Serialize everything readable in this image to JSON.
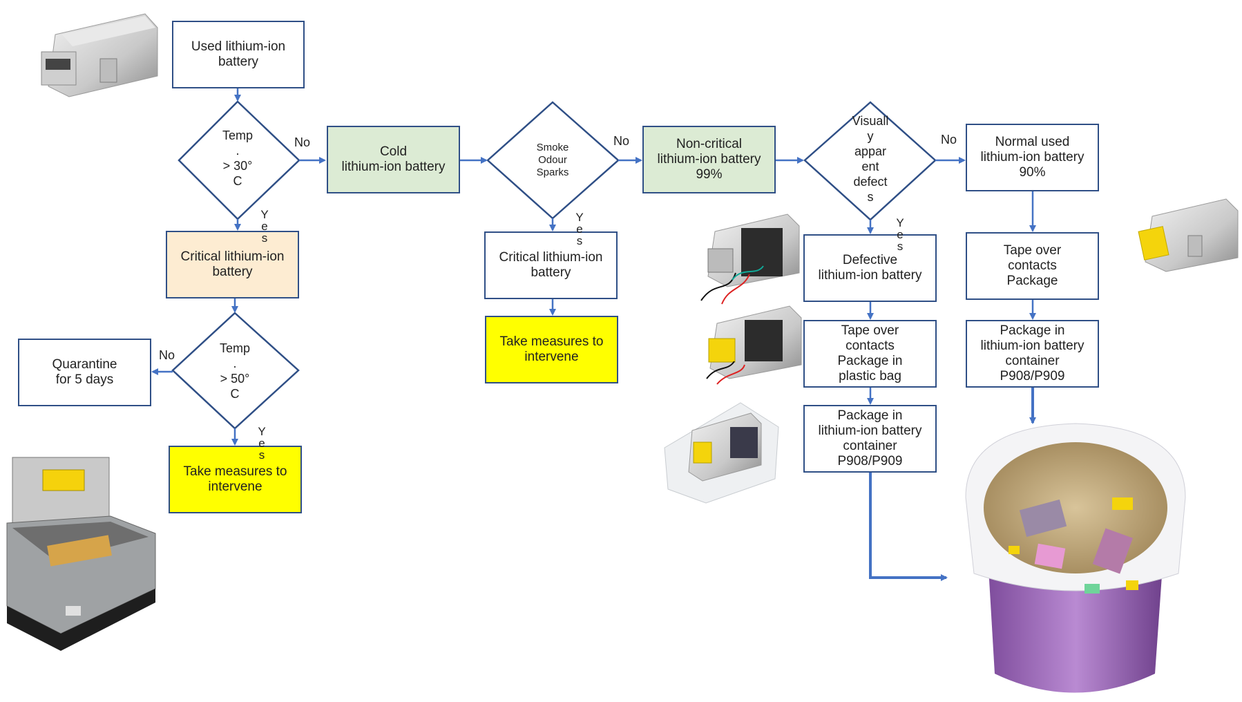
{
  "nodes": {
    "used_battery": "Used lithium-ion\nbattery",
    "temp30": "Temp\n.\n> 30°\nC",
    "cold_battery": "Cold\nlithium-ion battery",
    "critical_left": "Critical lithium-ion\nbattery",
    "temp50": "Temp\n.\n> 50°\nC",
    "quarantine": "Quarantine\nfor 5 days",
    "measures_left": "Take measures to\nintervene",
    "smoke": "Smoke\nOdour\nSparks",
    "critical_mid": "Critical lithium-ion\nbattery",
    "measures_mid": "Take measures to\nintervene",
    "noncritical": "Non-critical\nlithium-ion battery\n99%",
    "visual": "Visuall\ny\nappar\nent\ndefect\ns",
    "defective": "Defective\nlithium-ion battery",
    "tape_bag": "Tape over\ncontacts\nPackage in\nplastic bag",
    "package_defective": "Package in\nlithium-ion battery\ncontainer\nP908/P909",
    "normal": "Normal used\nlithium-ion battery\n90%",
    "tape_normal": "Tape over\ncontacts\nPackage",
    "package_normal": "Package in\nlithium-ion battery\ncontainer\nP908/P909"
  },
  "labels": {
    "no": "No",
    "yes": "Y\ne\ns"
  },
  "colors": {
    "border": "#2f4f86",
    "arrow": "#4472c4",
    "green": "#dcebd4",
    "peach": "#fdecd2",
    "yellow": "#ffff00"
  },
  "images": [
    "battery-icon",
    "container-box-icon",
    "damaged-battery-icon",
    "taped-battery-icon",
    "bagged-battery-icon",
    "drum-container-icon"
  ]
}
